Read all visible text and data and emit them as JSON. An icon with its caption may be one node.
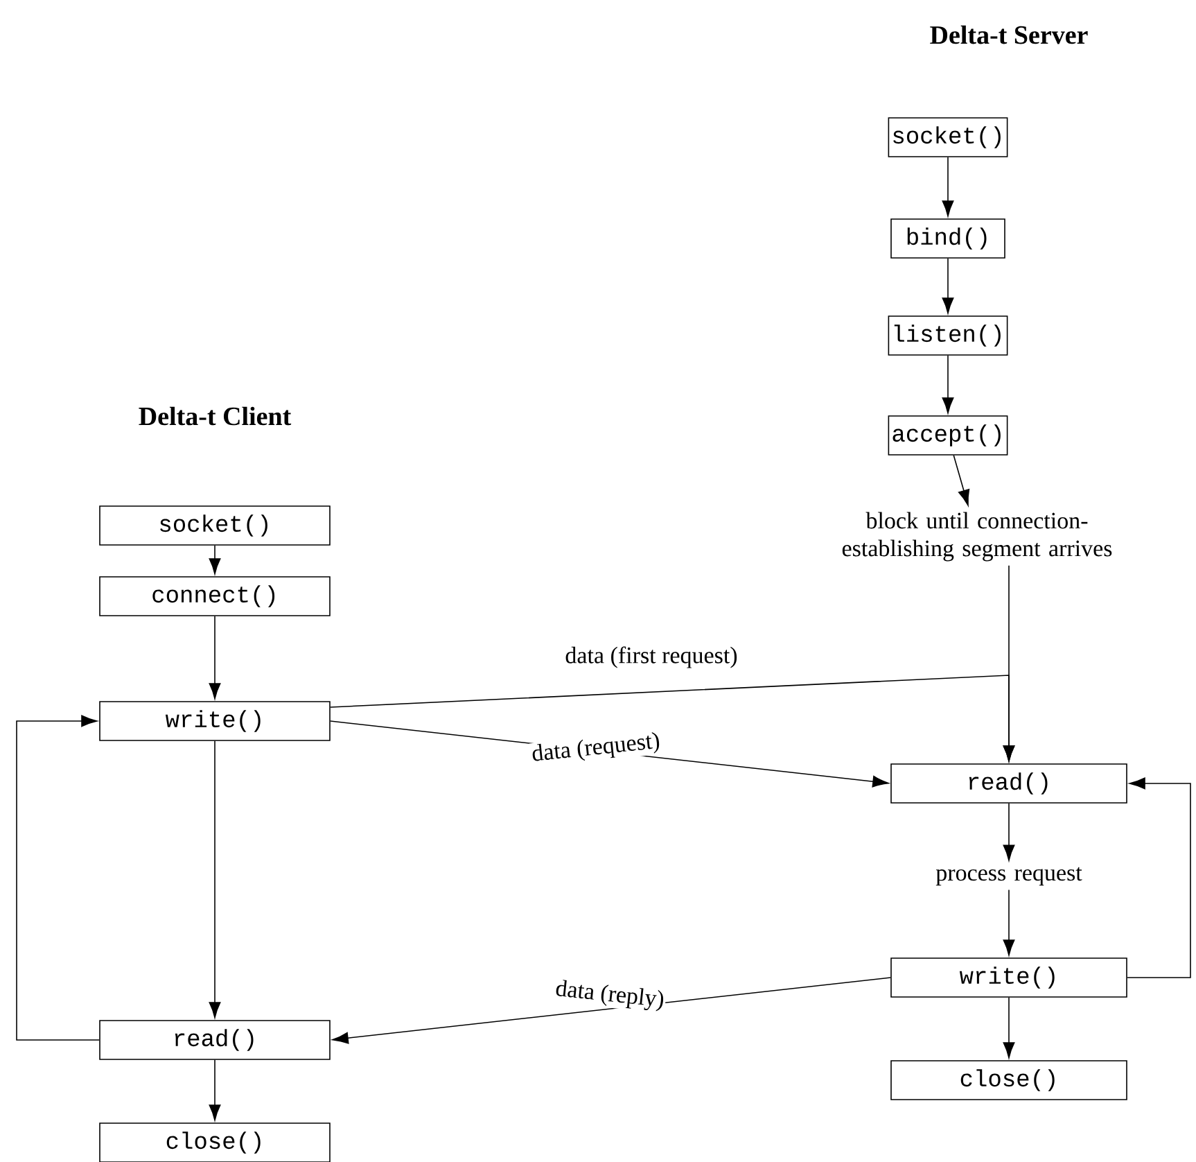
{
  "diagram": {
    "nodes": [
      {
        "text": [
          "socket()"
        ]
      },
      {
        "text": [
          "bind()"
        ]
      },
      {
        "text": [
          "listen()"
        ]
      },
      {
        "text": [
          "accept()"
        ]
      },
      {
        "text": [
          "block until connection-establishing segment arrives"
        ]
      },
      {
        "text": [
          "socket()"
        ]
      },
      {
        "text": [
          "connect()"
        ]
      },
      {
        "text": [
          "write()"
        ]
      },
      {
        "text": [
          "read()"
        ]
      },
      {
        "text": [
          "process request"
        ]
      },
      {
        "text": [
          "write()"
        ]
      },
      {
        "text": [
          "close()"
        ]
      },
      {
        "text": [
          "read()"
        ]
      },
      {
        "text": [
          "close()"
        ]
      }
    ],
    "edges": [
      {
        "from": 0,
        "to": 1,
        "arrow": "to"
      },
      {
        "from": 1,
        "to": 2,
        "arrow": "to"
      },
      {
        "from": 2,
        "to": 3,
        "arrow": "to"
      },
      {
        "from": 3,
        "to": 4,
        "arrow": "to"
      },
      {
        "from": 4,
        "to": 8,
        "arrow": "to"
      },
      {
        "from": 7,
        "to": 8,
        "arrow": "to",
        "label": "data (first request)"
      },
      {
        "from": 7,
        "to": 8,
        "arrow": "to",
        "label": "data (request)"
      },
      {
        "from": 8,
        "to": 9,
        "arrow": "to"
      },
      {
        "from": 9,
        "to": 10,
        "arrow": "to"
      },
      {
        "from": 10,
        "to": 11,
        "arrow": "to"
      },
      {
        "from": 10,
        "to": 8,
        "arrow": "to"
      },
      {
        "from": 5,
        "to": 6,
        "arrow": "to"
      },
      {
        "from": 6,
        "to": 7,
        "arrow": "to"
      },
      {
        "from": 7,
        "to": 12,
        "arrow": "to"
      },
      {
        "from": 12,
        "to": 13,
        "arrow": "to"
      },
      {
        "from": 12,
        "to": 7,
        "arrow": "to"
      },
      {
        "from": 10,
        "to": 12,
        "arrow": "to",
        "label": "data (reply)"
      }
    ],
    "labels": [
      "Delta-t Server",
      "Delta-t Client"
    ]
  }
}
